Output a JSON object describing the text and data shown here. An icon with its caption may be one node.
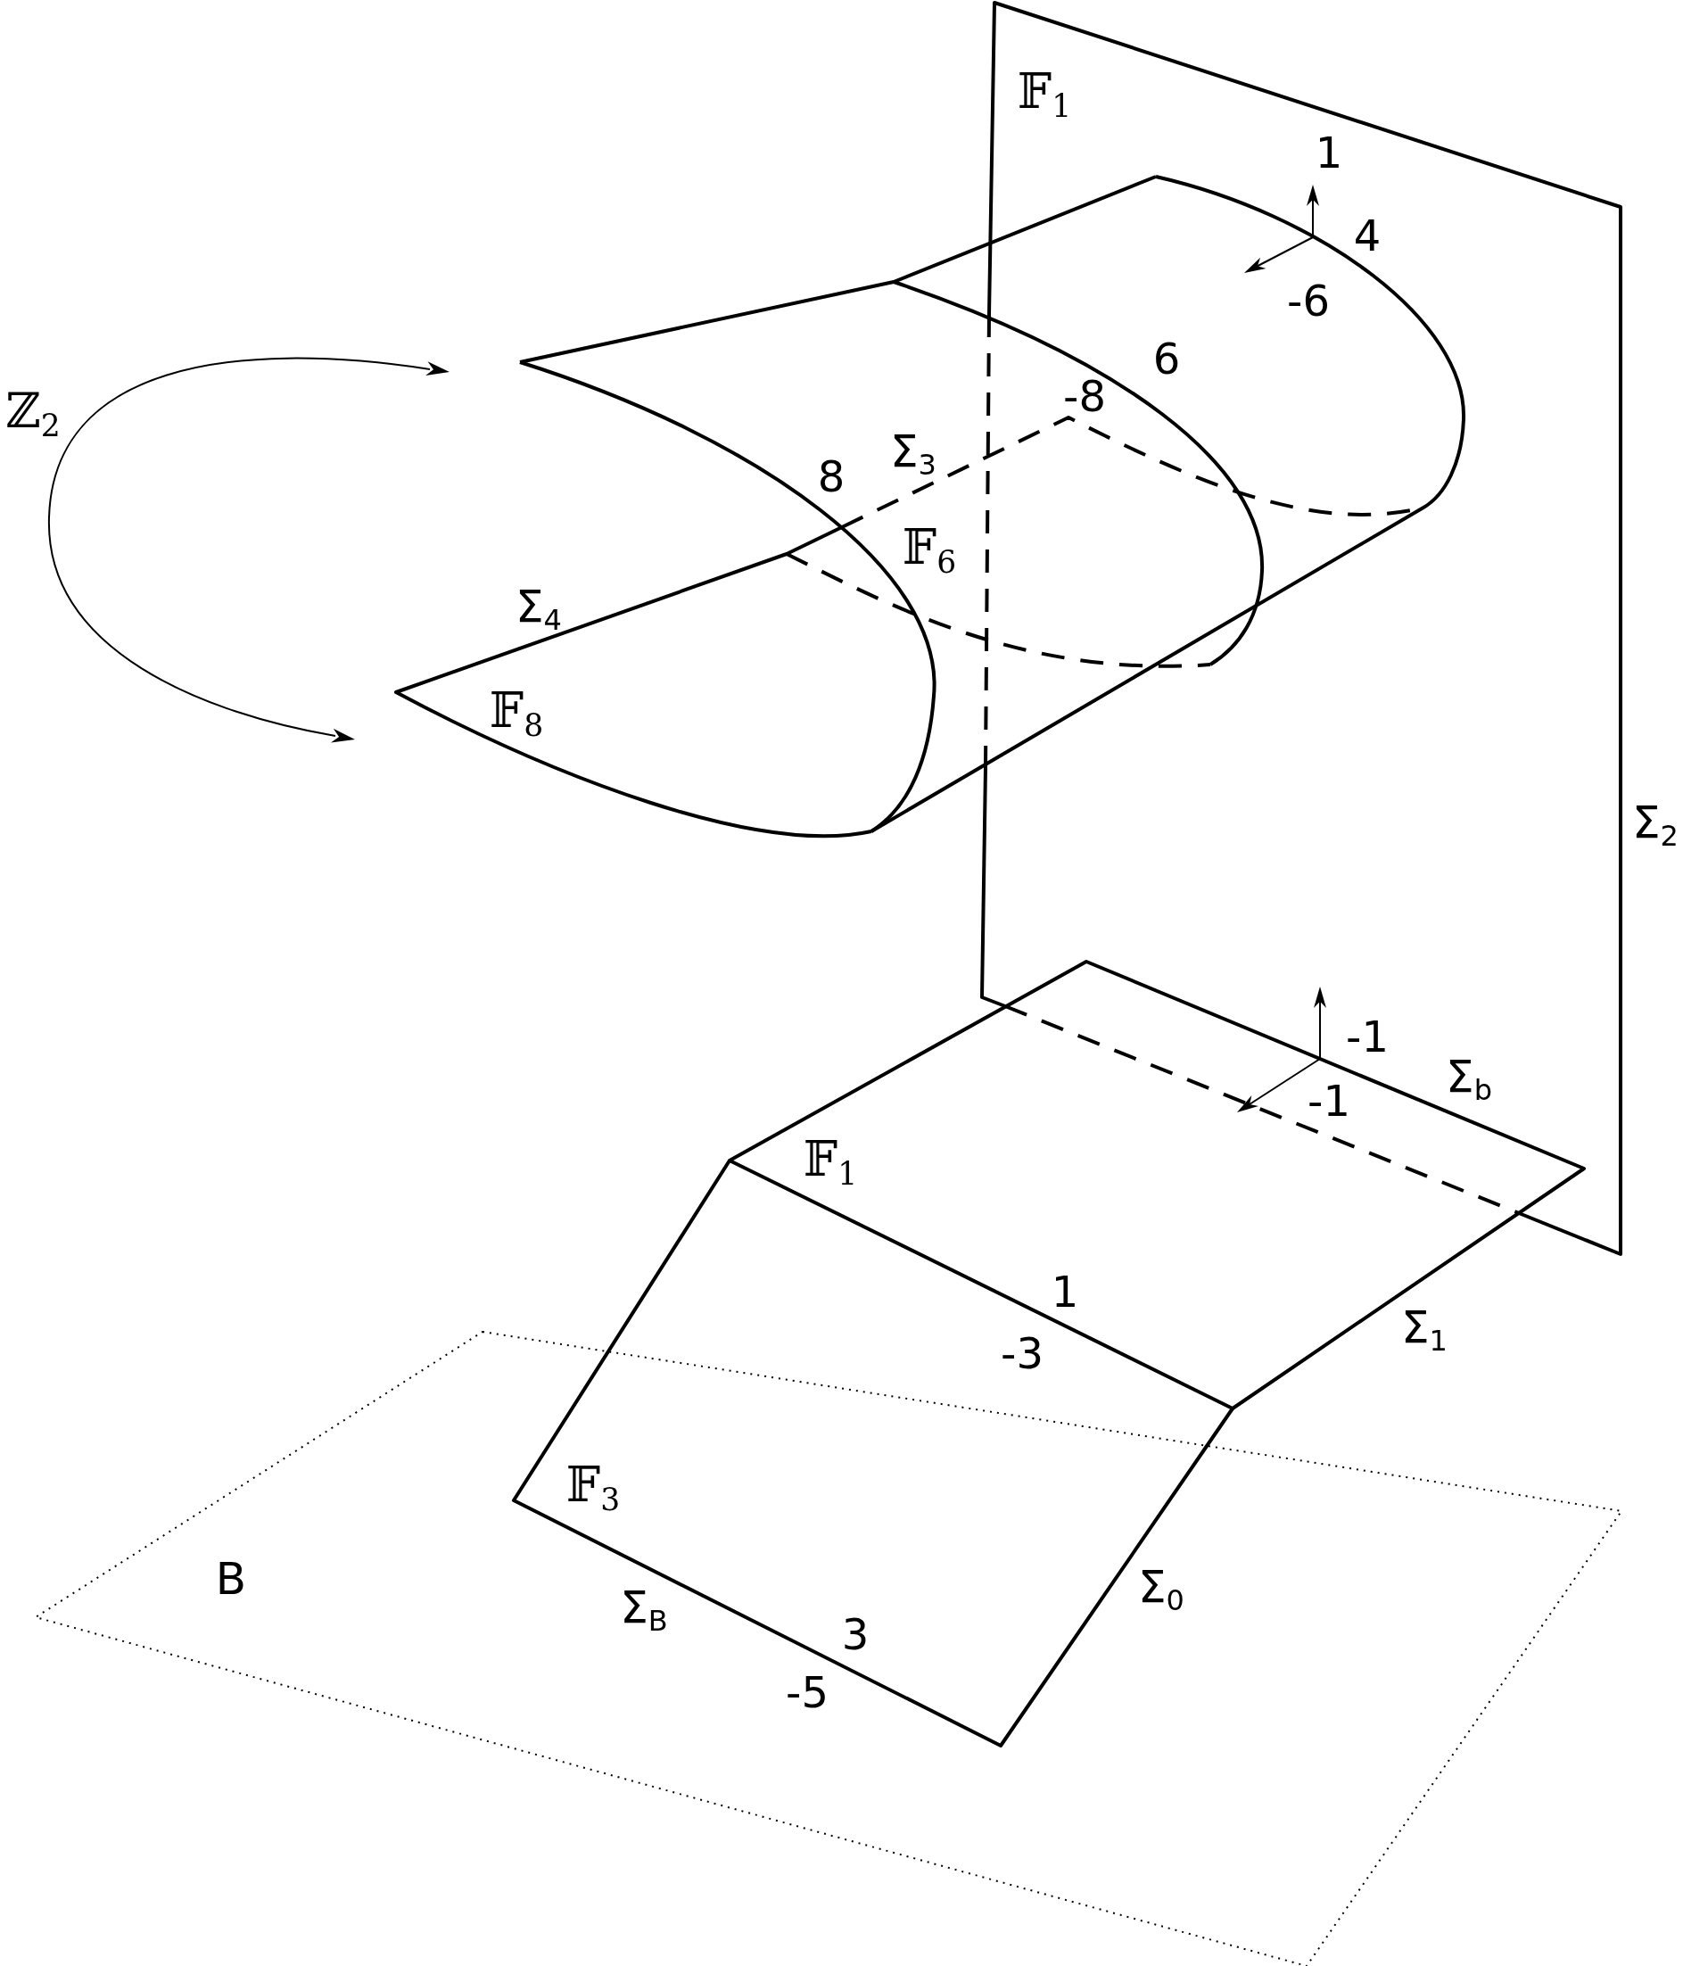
{
  "diagram": {
    "labels": [
      "𝔽$_{1}$",
      "1",
      "4",
      "-6",
      "6",
      "-8",
      "ℤ$_{2}$",
      "Σ$_{3}$",
      "8",
      "𝔽$_{6}$",
      "Σ$_{4}$",
      "𝔽$_{8}$",
      "Σ$_{2}$",
      "-1",
      "Σ$_{b}$",
      "-1",
      "𝔽$_{1}$",
      "1",
      "Σ$_{1}$",
      "-3",
      "𝔽$_{3}$",
      "B",
      "Σ$_{0}$",
      "Σ$_{B}$",
      "3",
      "-5"
    ]
  }
}
